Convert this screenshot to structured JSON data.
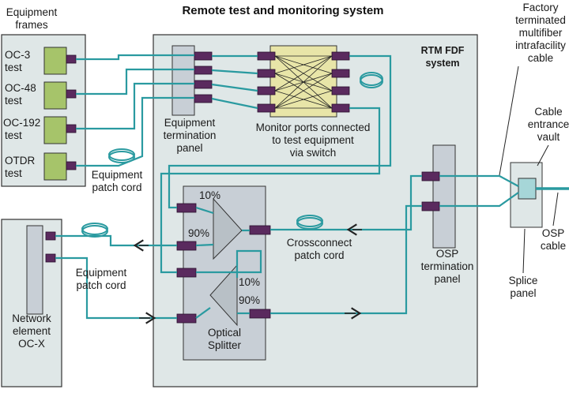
{
  "title": "Remote test and monitoring system",
  "labels": {
    "equipment_frames": [
      "Equipment",
      "frames"
    ],
    "oc3": [
      "OC-3",
      "test"
    ],
    "oc48": [
      "OC-48",
      "test"
    ],
    "oc192": [
      "OC-192",
      "test"
    ],
    "otdr": [
      "OTDR",
      "test"
    ],
    "equipment_patch_cord_top": [
      "Equipment",
      "patch cord"
    ],
    "equipment_termination_panel": [
      "Equipment",
      "termination",
      "panel"
    ],
    "monitor_ports": [
      "Monitor ports connected",
      "to test equipment",
      "via switch"
    ],
    "rtm_fdf": [
      "RTM FDF",
      "system"
    ],
    "factory_cable": [
      "Factory",
      "terminated",
      "multifiber",
      "intrafacility",
      "cable"
    ],
    "cable_vault": [
      "Cable",
      "entrance",
      "vault"
    ],
    "osp_cable": [
      "OSP",
      "cable"
    ],
    "splice_panel": [
      "Splice",
      "panel"
    ],
    "osp_termination_panel": [
      "OSP",
      "termination",
      "panel"
    ],
    "crossconnect_patch_cord": [
      "Crossconnect",
      "patch cord"
    ],
    "equipment_patch_cord_bottom": [
      "Equipment",
      "patch cord"
    ],
    "network_element": [
      "Network",
      "element",
      "OC-X"
    ],
    "optical_splitter": [
      "Optical",
      "Splitter"
    ],
    "pct_10_top": "10%",
    "pct_90_top": "90%",
    "pct_10_bottom": "10%",
    "pct_90_bottom": "90%"
  },
  "colors": {
    "fiber": "#2a9aa0",
    "port": "#5a2a5e",
    "box_fill": "#dfe7e7",
    "equipment_fill": "#a6c46a",
    "panel_fill": "#c8cfd6"
  }
}
